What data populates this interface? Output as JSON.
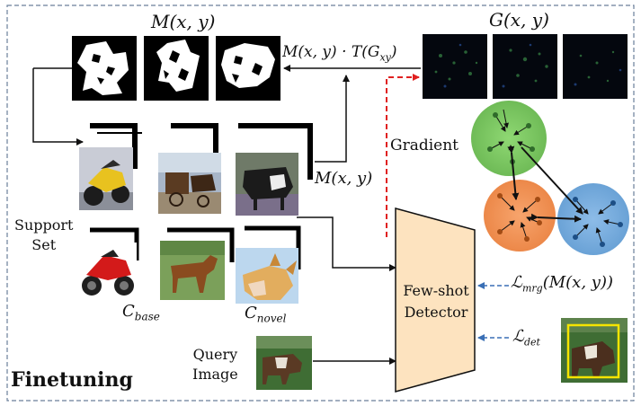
{
  "labels": {
    "mask_title": "M(x, y)",
    "gradient_title": "G(x, y)",
    "transform_expr": "M(x, y) · T(G",
    "transform_sub": "xy",
    "transform_close": ")",
    "mask_side": "M(x, y)",
    "gradient_word": "Gradient",
    "support_line1": "Support",
    "support_line2": "Set",
    "c_base_main": "C",
    "c_base_sub": "base",
    "c_novel_main": "C",
    "c_novel_sub": "novel",
    "query_line1": "Query",
    "query_line2": "Image",
    "finetuning": "Finetuning",
    "detector_line1": "Few-shot",
    "detector_line2": "Detector",
    "loss_mrg_main": "ℒ",
    "loss_mrg_sub": "mrg",
    "loss_mrg_arg": "(M(x, y))",
    "loss_det_main": "ℒ",
    "loss_det_sub": "det"
  },
  "colors": {
    "cluster_green": "#7cc763",
    "cluster_orange": "#f0955a",
    "cluster_blue": "#79aee0",
    "detector_fill": "#fde3bf",
    "dashed_red": "#e02020",
    "dashed_blue": "#3a6fb5",
    "frame_dash": "#6a7f9a",
    "bbox_yellow": "#f5e400"
  },
  "icons": {
    "support_images": [
      "motorcycle-image",
      "horse-carriage-image",
      "cow-image",
      "red-motorcycle-image",
      "horse-image",
      "cow-head-image"
    ],
    "query_image": "cow-on-grass-image",
    "result_image": "detected-cow-image"
  }
}
